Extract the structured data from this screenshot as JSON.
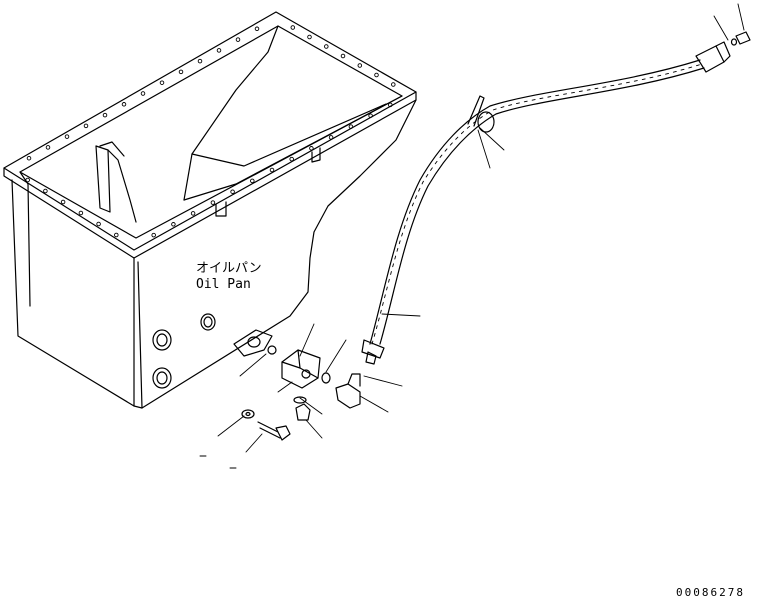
{
  "labels": {
    "part_name_jp": "オイルパン",
    "part_name_en": "Oil Pan",
    "drawing_code": "00086278"
  }
}
